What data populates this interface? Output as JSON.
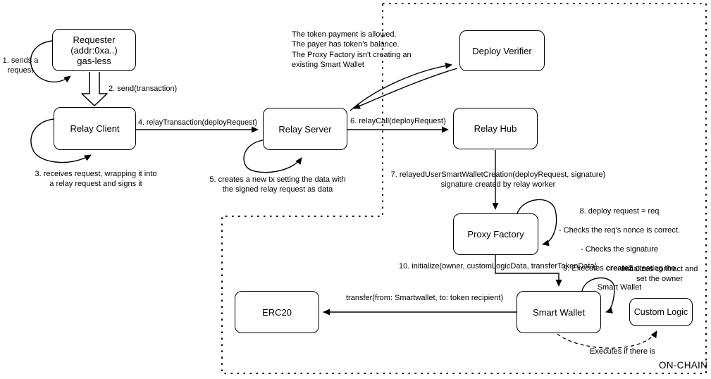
{
  "diagram": {
    "region_label": "ON-CHAIN",
    "colors": {
      "line": "#000000",
      "background": "#ffffff"
    },
    "nodes": {
      "requester": "Requester\n(addr:0xa..)\ngas-less",
      "relay_client": "Relay Client",
      "relay_server": "Relay Server",
      "deploy_verifier": "Deploy Verifier",
      "relay_hub": "Relay Hub",
      "proxy_factory": "Proxy Factory",
      "smart_wallet": "Smart Wallet",
      "custom_logic": "Custom Logic",
      "erc20": "ERC20"
    },
    "labels": {
      "step1": "1. sends a\nrequest",
      "step2": "2. send(transaction)",
      "step3": "3. receives request, wrapping it into\na relay request and signs it",
      "step4": "4. relayTransaction(deployRequest)",
      "step5": "5. creates a new tx setting the data with\nthe signed relay request as data",
      "step6": "6. relayCall(deployRequest)",
      "verifier_note": "The token payment is allowed.\nThe payer has token's balance.\nThe Proxy Factory isn't creating an\nexisting Smart Wallet",
      "step7": "7. relayedUserSmartWalletCreation(deployRequest, signature)\nsignature created by relay worker",
      "step8_line1": "8. deploy request = req",
      "step8_line2": "- Checks the req's nonce is correct.",
      "step8_line3": "- Checks the signature",
      "step9_pre": "9. Executes ",
      "step9_bold": "create2",
      "step9_post": " creating the",
      "step9_line2": "Smart Wallet",
      "step10": "10. initialize(owner, customLogicData, transferTokenData)",
      "custom_logic_note": "Initializes contract and\nset the owner",
      "transfer_label": "transfer(from: Smartwallet, to: token recipient)",
      "executes_label": "Executes if there is"
    }
  }
}
